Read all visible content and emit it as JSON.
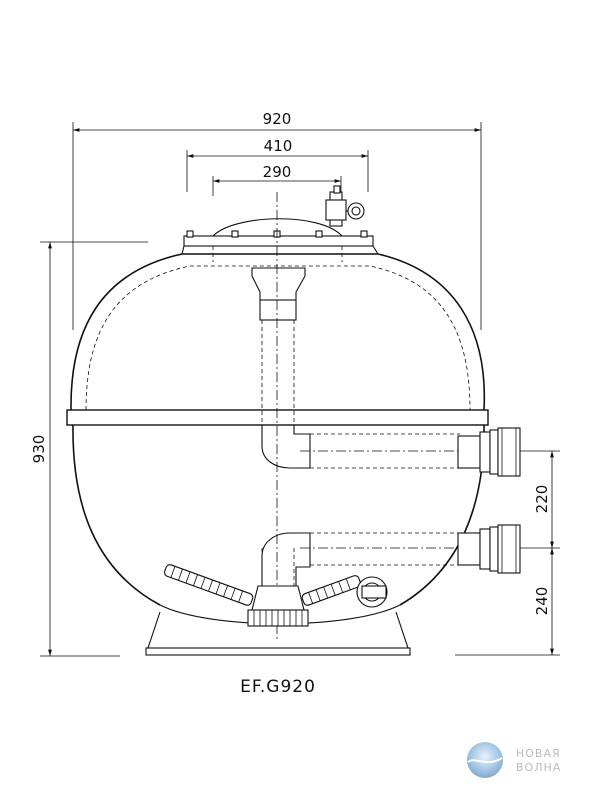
{
  "dimensions": {
    "overall_width": "920",
    "flange_outer": "410",
    "flange_inner": "290",
    "overall_height": "930",
    "port_spacing": "220",
    "bottom_port_height": "240"
  },
  "model": "EF.G920",
  "logo": {
    "line1": "НОВАЯ",
    "line2": "ВОЛНА"
  }
}
